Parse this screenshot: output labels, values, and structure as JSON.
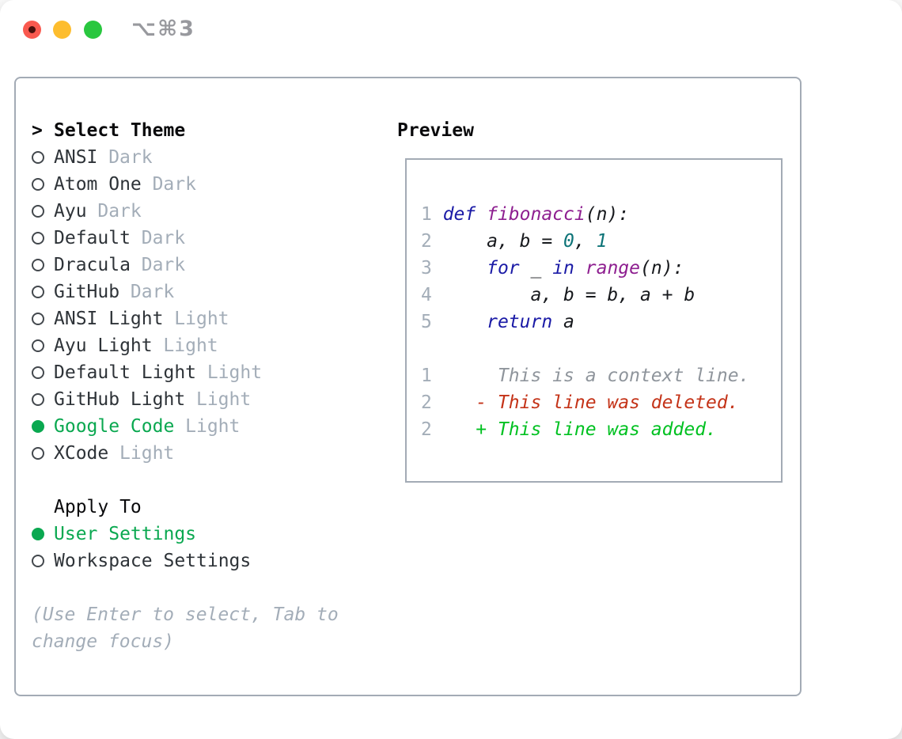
{
  "titlebar": {
    "shortcut": "⌥⌘3"
  },
  "theme_picker": {
    "title": "Select Theme",
    "items": [
      {
        "name": "ANSI",
        "variant": "Dark",
        "selected": false
      },
      {
        "name": "Atom One",
        "variant": "Dark",
        "selected": false
      },
      {
        "name": "Ayu",
        "variant": "Dark",
        "selected": false
      },
      {
        "name": "Default",
        "variant": "Dark",
        "selected": false
      },
      {
        "name": "Dracula",
        "variant": "Dark",
        "selected": false
      },
      {
        "name": "GitHub",
        "variant": "Dark",
        "selected": false
      },
      {
        "name": "ANSI Light",
        "variant": "Light",
        "selected": false
      },
      {
        "name": "Ayu Light",
        "variant": "Light",
        "selected": false
      },
      {
        "name": "Default Light",
        "variant": "Light",
        "selected": false
      },
      {
        "name": "GitHub Light",
        "variant": "Light",
        "selected": false
      },
      {
        "name": "Google Code",
        "variant": "Light",
        "selected": true
      },
      {
        "name": "XCode",
        "variant": "Light",
        "selected": false
      }
    ]
  },
  "apply_to": {
    "title": "Apply To",
    "options": [
      {
        "label": "User Settings",
        "selected": true
      },
      {
        "label": "Workspace Settings",
        "selected": false
      }
    ]
  },
  "hint": {
    "text": "(Use Enter to select, Tab to change focus)"
  },
  "preview": {
    "title": "Preview",
    "lines": [
      [
        [
          "ln",
          "1 "
        ],
        [
          "kw",
          "def "
        ],
        [
          "fn",
          "fibonacci"
        ],
        [
          "pl",
          "(n):"
        ]
      ],
      [
        [
          "ln",
          "2 "
        ],
        [
          "pl",
          "    a, b = "
        ],
        [
          "num",
          "0"
        ],
        [
          "pl",
          ", "
        ],
        [
          "num",
          "1"
        ]
      ],
      [
        [
          "ln",
          "3 "
        ],
        [
          "pl",
          "    "
        ],
        [
          "kw",
          "for"
        ],
        [
          "pl",
          " _ "
        ],
        [
          "kw",
          "in"
        ],
        [
          "pl",
          " "
        ],
        [
          "fn",
          "range"
        ],
        [
          "pl",
          "(n):"
        ]
      ],
      [
        [
          "ln",
          "4 "
        ],
        [
          "pl",
          "        a, b = b, a + b"
        ]
      ],
      [
        [
          "ln",
          "5 "
        ],
        [
          "pl",
          "    "
        ],
        [
          "kw",
          "return"
        ],
        [
          "pl",
          " a"
        ]
      ],
      [],
      [
        [
          "ln",
          "1 "
        ],
        [
          "ctx",
          "     This is a context line."
        ]
      ],
      [
        [
          "ln",
          "2 "
        ],
        [
          "del",
          "   - This line was deleted."
        ]
      ],
      [
        [
          "ln",
          "2 "
        ],
        [
          "add",
          "   + This line was added."
        ]
      ]
    ]
  },
  "colors": {
    "green": "#0aa850",
    "border": "#a3abb5",
    "gray": "#a3adb8",
    "name": "#2e3338",
    "title": "#0a0a0c",
    "kw": "#1a1aa6",
    "fn": "#8e1f90",
    "num": "#0e7478",
    "plain": "#17191d",
    "ctx": "#8f959c",
    "del": "#c43318",
    "add": "#00c121",
    "tl-red": "#f9594f",
    "tl-red-dot": "#4a100c",
    "tl-yellow": "#fdbd2e",
    "tl-green": "#29c73f",
    "shortcut": "#98999e"
  }
}
